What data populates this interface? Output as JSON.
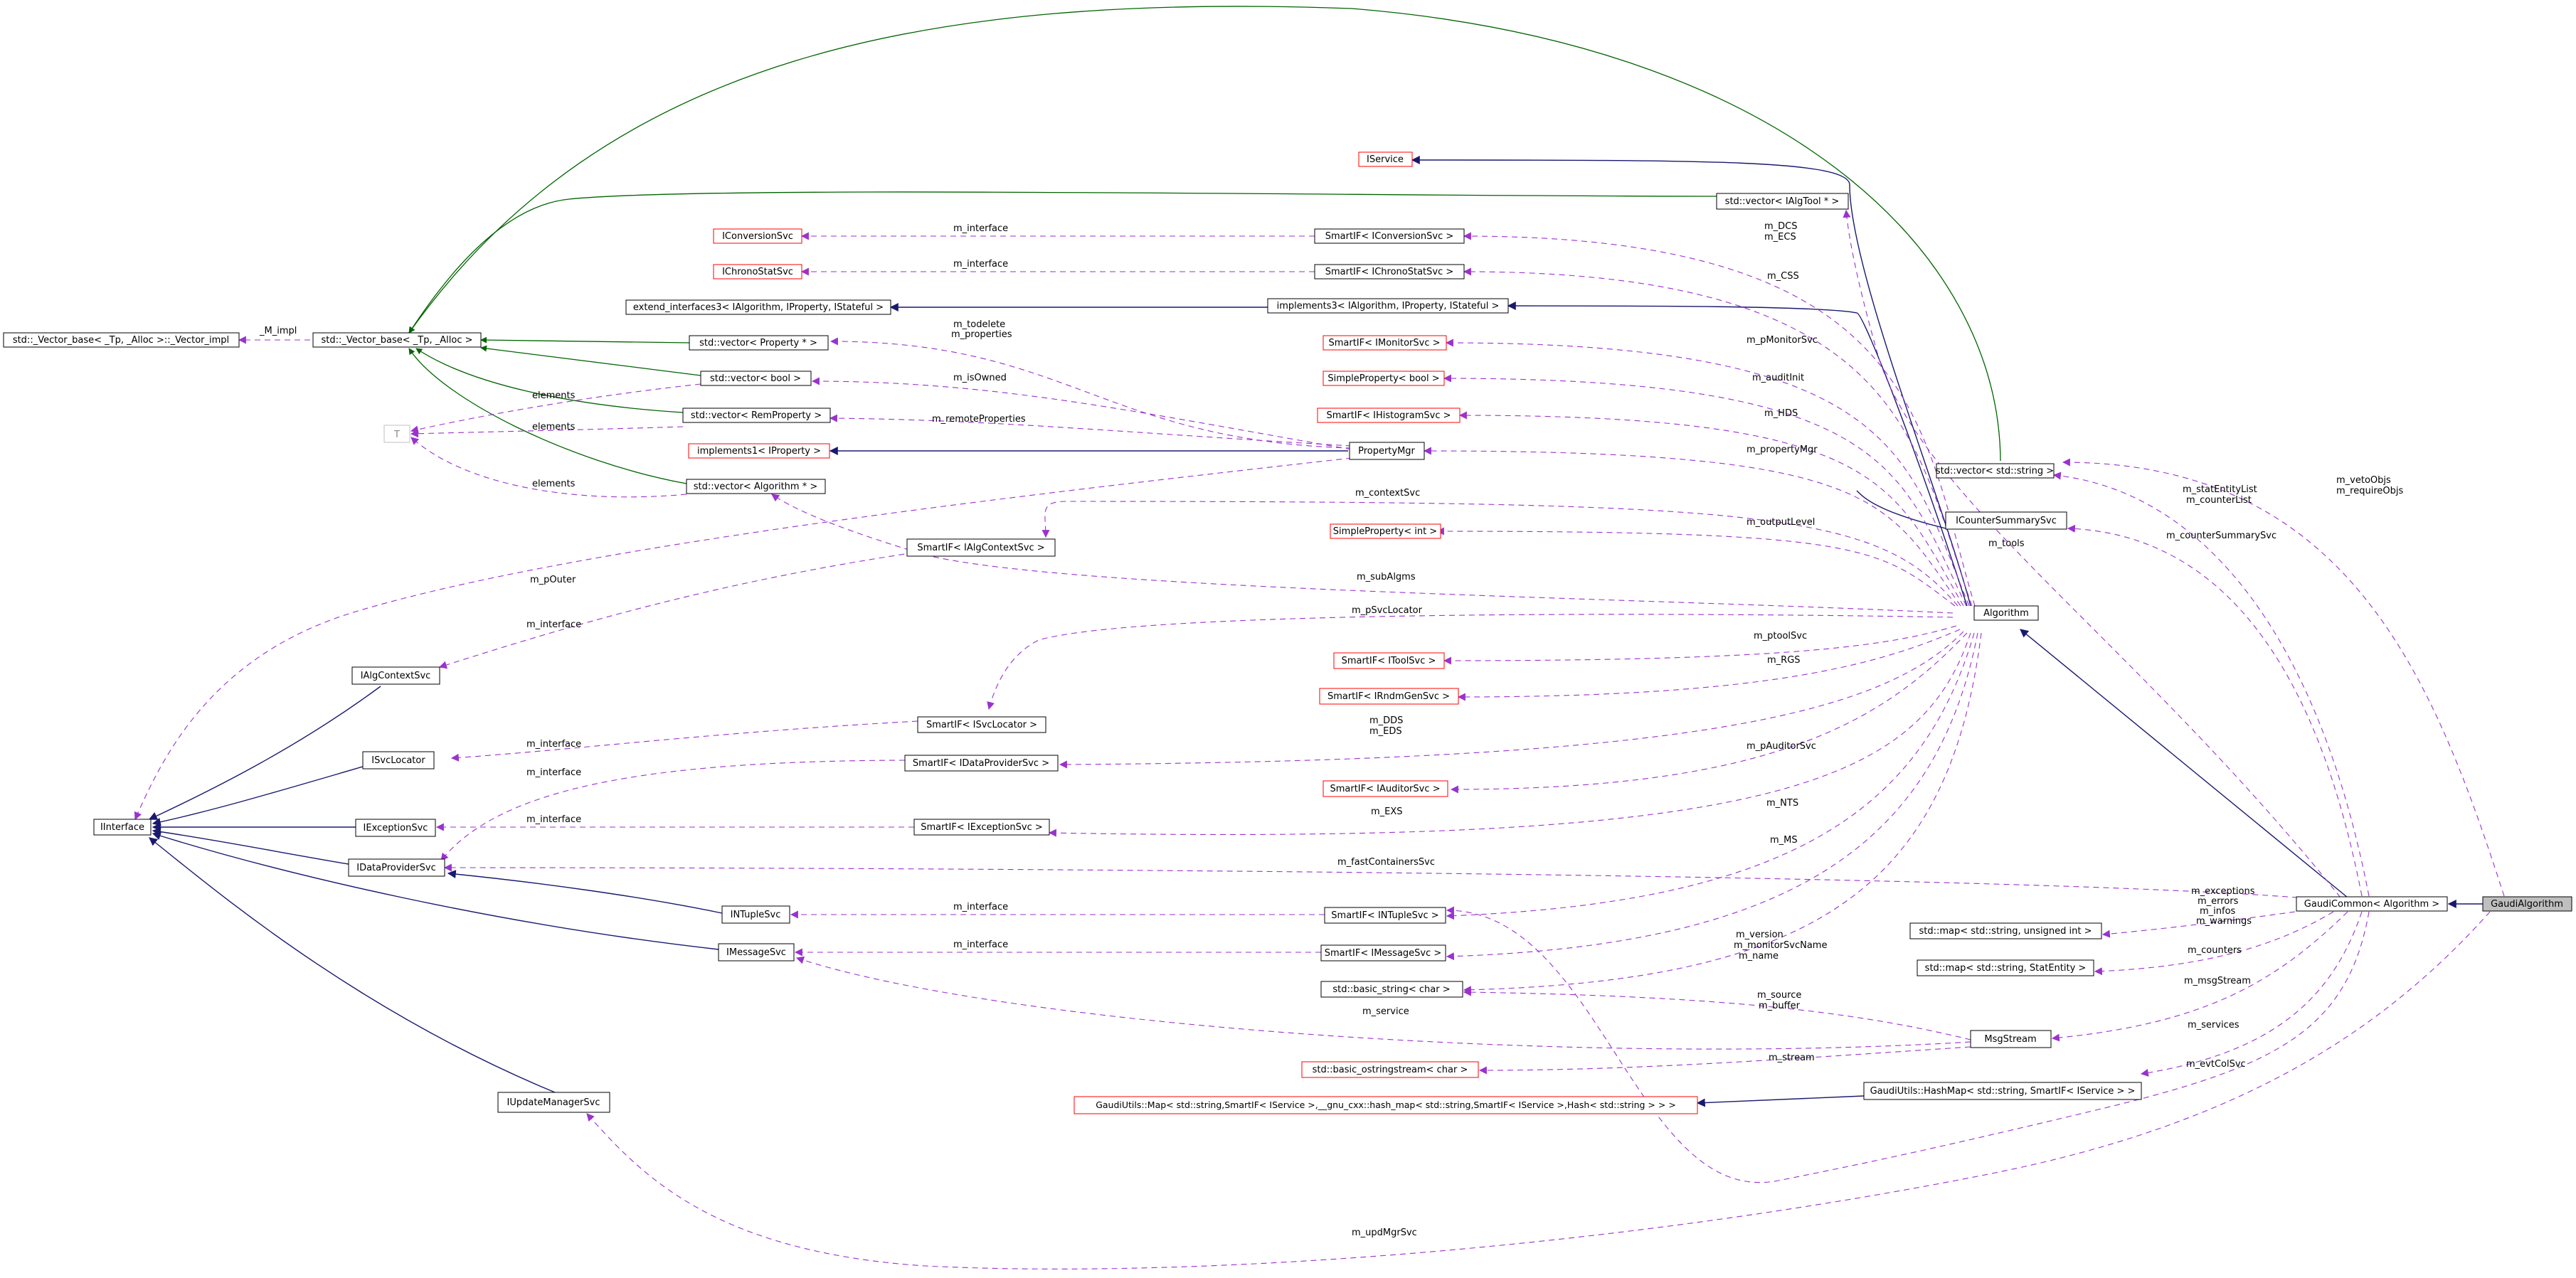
{
  "diagram": {
    "nodes": [
      {
        "id": "GaudiAlgorithm",
        "label": "GaudiAlgorithm",
        "style": "highlight"
      },
      {
        "id": "GaudiCommon",
        "label": "GaudiCommon< Algorithm >",
        "style": "normal"
      },
      {
        "id": "Algorithm",
        "label": "Algorithm",
        "style": "normal"
      },
      {
        "id": "IService",
        "label": "IService",
        "style": "missing"
      },
      {
        "id": "VecIAlgTool",
        "label": "std::vector< IAlgTool * >",
        "style": "normal"
      },
      {
        "id": "SmartIConversionSvc",
        "label": "SmartIF< IConversionSvc >",
        "style": "normal"
      },
      {
        "id": "IConversionSvc",
        "label": "IConversionSvc",
        "style": "missing"
      },
      {
        "id": "SmartIChronoStatSvc",
        "label": "SmartIF< IChronoStatSvc >",
        "style": "normal"
      },
      {
        "id": "IChronoStatSvc",
        "label": "IChronoStatSvc",
        "style": "missing"
      },
      {
        "id": "ExtendInterfaces3",
        "label": "extend_interfaces3< IAlgorithm, IProperty, IStateful >",
        "style": "normal"
      },
      {
        "id": "Implements3",
        "label": "implements3< IAlgorithm, IProperty, IStateful >",
        "style": "normal"
      },
      {
        "id": "VectorBaseImpl",
        "label": "std::_Vector_base< _Tp, _Alloc >::_Vector_impl",
        "style": "normal"
      },
      {
        "id": "VectorBase",
        "label": "std::_Vector_base< _Tp, _Alloc >",
        "style": "normal"
      },
      {
        "id": "VecProperty",
        "label": "std::vector< Property * >",
        "style": "normal"
      },
      {
        "id": "SmartIMonitorSvc",
        "label": "SmartIF< IMonitorSvc >",
        "style": "missing"
      },
      {
        "id": "VecBool",
        "label": "std::vector< bool >",
        "style": "normal"
      },
      {
        "id": "SimplePropBool",
        "label": "SimpleProperty< bool >",
        "style": "missing"
      },
      {
        "id": "VecRemProperty",
        "label": "std::vector< RemProperty >",
        "style": "normal"
      },
      {
        "id": "SmartIHistogramSvc",
        "label": "SmartIF< IHistogramSvc >",
        "style": "missing"
      },
      {
        "id": "T",
        "label": "T",
        "style": "grey"
      },
      {
        "id": "Implements1",
        "label": "implements1< IProperty >",
        "style": "missing"
      },
      {
        "id": "PropertyMgr",
        "label": "PropertyMgr",
        "style": "normal"
      },
      {
        "id": "VecAlgorithm",
        "label": "std::vector< Algorithm * >",
        "style": "normal"
      },
      {
        "id": "VecString",
        "label": "std::vector< std::string >",
        "style": "normal"
      },
      {
        "id": "SmartIAlgContextSvc",
        "label": "SmartIF< IAlgContextSvc >",
        "style": "normal"
      },
      {
        "id": "SimplePropInt",
        "label": "SimpleProperty< int >",
        "style": "missing"
      },
      {
        "id": "ICounterSummarySvc",
        "label": "ICounterSummarySvc",
        "style": "normal"
      },
      {
        "id": "IAlgContextSvc",
        "label": "IAlgContextSvc",
        "style": "normal"
      },
      {
        "id": "SmartIToolSvc",
        "label": "SmartIF< IToolSvc >",
        "style": "missing"
      },
      {
        "id": "SmartIRndmGenSvc",
        "label": "SmartIF< IRndmGenSvc >",
        "style": "missing"
      },
      {
        "id": "SmartISvcLocator",
        "label": "SmartIF< ISvcLocator >",
        "style": "normal"
      },
      {
        "id": "ISvcLocator",
        "label": "ISvcLocator",
        "style": "normal"
      },
      {
        "id": "SmartIDataProviderSvc",
        "label": "SmartIF< IDataProviderSvc >",
        "style": "normal"
      },
      {
        "id": "SmartIAuditorSvc",
        "label": "SmartIF< IAuditorSvc >",
        "style": "missing"
      },
      {
        "id": "IInterface",
        "label": "IInterface",
        "style": "normal"
      },
      {
        "id": "IExceptionSvc",
        "label": "IExceptionSvc",
        "style": "normal"
      },
      {
        "id": "SmartIExceptionSvc",
        "label": "SmartIF< IExceptionSvc >",
        "style": "normal"
      },
      {
        "id": "IDataProviderSvc",
        "label": "IDataProviderSvc",
        "style": "normal"
      },
      {
        "id": "INTupleSvc",
        "label": "INTupleSvc",
        "style": "normal"
      },
      {
        "id": "SmartINTupleSvc",
        "label": "SmartIF< INTupleSvc >",
        "style": "normal"
      },
      {
        "id": "MapStringUInt",
        "label": "std::map< std::string, unsigned int >",
        "style": "normal"
      },
      {
        "id": "IMessageSvc",
        "label": "IMessageSvc",
        "style": "normal"
      },
      {
        "id": "SmartIMessageSvc",
        "label": "SmartIF< IMessageSvc >",
        "style": "normal"
      },
      {
        "id": "MapStringStatEntity",
        "label": "std::map< std::string, StatEntity >",
        "style": "normal"
      },
      {
        "id": "BasicString",
        "label": "std::basic_string< char >",
        "style": "normal"
      },
      {
        "id": "MsgStream",
        "label": "MsgStream",
        "style": "normal"
      },
      {
        "id": "BasicOstringstream",
        "label": "std::basic_ostringstream< char >",
        "style": "missing"
      },
      {
        "id": "HashMap",
        "label": "GaudiUtils::HashMap< std::string, SmartIF< IService > >",
        "style": "normal"
      },
      {
        "id": "IUpdateManagerSvc",
        "label": "IUpdateManagerSvc",
        "style": "normal"
      },
      {
        "id": "GaudiUtilsMap",
        "label": "GaudiUtils::Map< std::string,SmartIF< IService >,__gnu_cxx::hash_map< std::string,SmartIF< IService >,Hash< std::string > > >",
        "style": "missing"
      }
    ],
    "edges": [
      {
        "id": "e-gc-ga",
        "type": "inherit-public",
        "labels": []
      },
      {
        "id": "e-alg-gc",
        "type": "inherit-public",
        "labels": []
      },
      {
        "id": "e-isvc-alg",
        "type": "inherit-public",
        "labels": []
      },
      {
        "id": "e-impl3-alg",
        "type": "inherit-public",
        "labels": []
      },
      {
        "id": "e-ext3-impl3",
        "type": "inherit-public",
        "labels": []
      },
      {
        "id": "e-impl1-pm",
        "type": "inherit-public",
        "labels": []
      },
      {
        "id": "e-vecstr-vb",
        "type": "template",
        "labels": []
      },
      {
        "id": "e-vecalgtool-vb",
        "type": "template",
        "labels": []
      },
      {
        "id": "e-vecprop-vb",
        "type": "template",
        "labels": []
      },
      {
        "id": "e-vecbool-vb",
        "type": "template",
        "labels": []
      },
      {
        "id": "e-vecrem-vb",
        "type": "template",
        "labels": []
      },
      {
        "id": "e-vecalg-vb",
        "type": "template",
        "labels": []
      },
      {
        "id": "e-ics-iif",
        "type": "inherit-public",
        "labels": []
      },
      {
        "id": "e-ial-iif",
        "type": "inherit-public",
        "labels": []
      },
      {
        "id": "e-isl-iif",
        "type": "inherit-public",
        "labels": []
      },
      {
        "id": "e-iex-iif",
        "type": "inherit-public",
        "labels": []
      },
      {
        "id": "e-idp-iif",
        "type": "inherit-public",
        "labels": []
      },
      {
        "id": "e-ims-iif",
        "type": "inherit-public",
        "labels": []
      },
      {
        "id": "e-ium-iif",
        "type": "inherit-public",
        "labels": []
      },
      {
        "id": "e-int-idp",
        "type": "inherit-public",
        "labels": []
      },
      {
        "id": "e-gum-hm",
        "type": "inherit-public",
        "labels": []
      },
      {
        "id": "u-impl-vb",
        "type": "usage",
        "labels": [
          "_M_impl"
        ]
      },
      {
        "id": "u-t-vecbool",
        "type": "usage",
        "labels": [
          "elements"
        ]
      },
      {
        "id": "u-t-vecrem",
        "type": "usage",
        "labels": [
          "elements"
        ]
      },
      {
        "id": "u-t-vecalg",
        "type": "usage",
        "labels": [
          "elements"
        ]
      },
      {
        "id": "u-iconv",
        "type": "usage",
        "labels": [
          "m_interface"
        ]
      },
      {
        "id": "u-ichrono",
        "type": "usage",
        "labels": [
          "m_interface"
        ]
      },
      {
        "id": "u-ialgctx",
        "type": "usage",
        "labels": [
          "m_interface"
        ]
      },
      {
        "id": "u-isvcloc",
        "type": "usage",
        "labels": [
          "m_interface"
        ]
      },
      {
        "id": "u-idp",
        "type": "usage",
        "labels": [
          "m_interface"
        ]
      },
      {
        "id": "u-iexc",
        "type": "usage",
        "labels": [
          "m_interface"
        ]
      },
      {
        "id": "u-intup",
        "type": "usage",
        "labels": [
          "m_interface"
        ]
      },
      {
        "id": "u-imsg",
        "type": "usage",
        "labels": [
          "m_interface"
        ]
      },
      {
        "id": "u-pouter",
        "type": "usage",
        "labels": [
          "m_pOuter"
        ]
      },
      {
        "id": "u-vecprop-pm",
        "type": "usage",
        "labels": [
          "m_todelete",
          "m_properties"
        ]
      },
      {
        "id": "u-vecbool-pm",
        "type": "usage",
        "labels": [
          "m_isOwned"
        ]
      },
      {
        "id": "u-vecrem-pm",
        "type": "usage",
        "labels": [
          "m_remoteProperties"
        ]
      },
      {
        "id": "u-algtool",
        "type": "usage",
        "labels": [
          "m_tools"
        ]
      },
      {
        "id": "u-dcs",
        "type": "usage",
        "labels": [
          "m_DCS",
          "m_ECS"
        ]
      },
      {
        "id": "u-css",
        "type": "usage",
        "labels": [
          "m_CSS"
        ]
      },
      {
        "id": "u-pmon",
        "type": "usage",
        "labels": [
          "m_pMonitorSvc"
        ]
      },
      {
        "id": "u-audit",
        "type": "usage",
        "labels": [
          "m_auditInit"
        ]
      },
      {
        "id": "u-hds",
        "type": "usage",
        "labels": [
          "m_HDS"
        ]
      },
      {
        "id": "u-pmgr",
        "type": "usage",
        "labels": [
          "m_propertyMgr"
        ]
      },
      {
        "id": "u-ctx",
        "type": "usage",
        "labels": [
          "m_contextSvc"
        ]
      },
      {
        "id": "u-outlvl",
        "type": "usage",
        "labels": [
          "m_outputLevel"
        ]
      },
      {
        "id": "u-subalg",
        "type": "usage",
        "labels": [
          "m_subAlgms"
        ]
      },
      {
        "id": "u-psvcloc",
        "type": "usage",
        "labels": [
          "m_pSvcLocator"
        ]
      },
      {
        "id": "u-ptool",
        "type": "usage",
        "labels": [
          "m_ptoolSvc"
        ]
      },
      {
        "id": "u-rgs",
        "type": "usage",
        "labels": [
          "m_RGS"
        ]
      },
      {
        "id": "u-dds",
        "type": "usage",
        "labels": [
          "m_DDS",
          "m_EDS"
        ]
      },
      {
        "id": "u-paud",
        "type": "usage",
        "labels": [
          "m_pAuditorSvc"
        ]
      },
      {
        "id": "u-exs",
        "type": "usage",
        "labels": [
          "m_EXS"
        ]
      },
      {
        "id": "u-nts",
        "type": "usage",
        "labels": [
          "m_NTS"
        ]
      },
      {
        "id": "u-ms",
        "type": "usage",
        "labels": [
          "m_MS"
        ]
      },
      {
        "id": "u-version",
        "type": "usage",
        "labels": [
          "m_version",
          "m_monitorSvcName",
          "m_name"
        ]
      },
      {
        "id": "u-veto",
        "type": "usage",
        "labels": [
          "m_vetoObjs",
          "m_requireObjs"
        ]
      },
      {
        "id": "u-stat",
        "type": "usage",
        "labels": [
          "m_statEntityList",
          "m_counterList"
        ]
      },
      {
        "id": "u-cntsum",
        "type": "usage",
        "labels": [
          "m_counterSummarySvc"
        ]
      },
      {
        "id": "u-fast",
        "type": "usage",
        "labels": [
          "m_fastContainersSvc"
        ]
      },
      {
        "id": "u-exc",
        "type": "usage",
        "labels": [
          "m_exceptions",
          "m_errors",
          "m_infos",
          "m_warnings"
        ]
      },
      {
        "id": "u-counters",
        "type": "usage",
        "labels": [
          "m_counters"
        ]
      },
      {
        "id": "u-msgstream",
        "type": "usage",
        "labels": [
          "m_msgStream"
        ]
      },
      {
        "id": "u-services",
        "type": "usage",
        "labels": [
          "m_services"
        ]
      },
      {
        "id": "u-evtcol",
        "type": "usage",
        "labels": [
          "m_evtColSvc"
        ]
      },
      {
        "id": "u-source",
        "type": "usage",
        "labels": [
          "m_source",
          "m_buffer"
        ]
      },
      {
        "id": "u-service",
        "type": "usage",
        "labels": [
          "m_service"
        ]
      },
      {
        "id": "u-stream",
        "type": "usage",
        "labels": [
          "m_stream"
        ]
      },
      {
        "id": "u-updmgr",
        "type": "usage",
        "labels": [
          "m_updMgrSvc"
        ]
      }
    ]
  }
}
